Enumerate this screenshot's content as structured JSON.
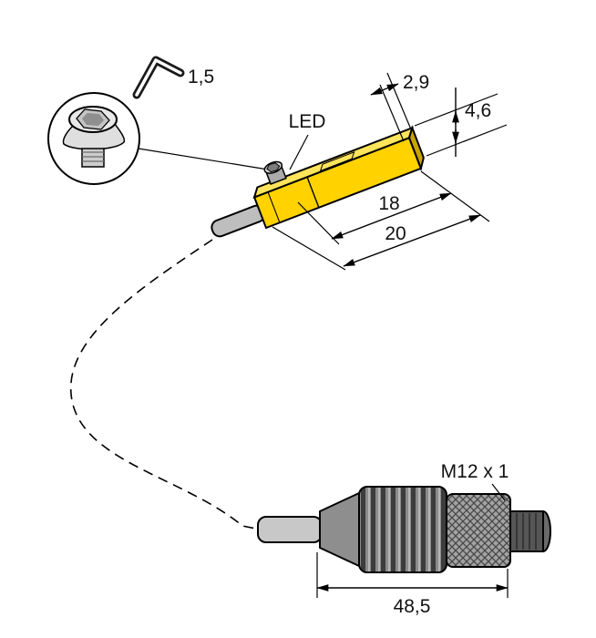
{
  "title": "sensor-dimension-drawing",
  "labels": {
    "hex_key_size": "1,5",
    "led": "LED",
    "dim_depth": "2,9",
    "dim_height": "4,6",
    "dim_body_length": "18",
    "dim_total_length": "20",
    "connector_thread": "M12 x 1",
    "connector_length": "48,5"
  },
  "icons": {
    "hex_key": "hex-key-icon",
    "screw_detail": "hex-socket-screw-icon"
  },
  "colors": {
    "sensor_front": "#FFD200",
    "sensor_top": "#FFE45C",
    "sensor_side": "#C9A400",
    "cable_gray": "#BEBEBE",
    "connector_gray": "#7A7A7A",
    "line": "#000000",
    "background": "#FFFFFF"
  }
}
